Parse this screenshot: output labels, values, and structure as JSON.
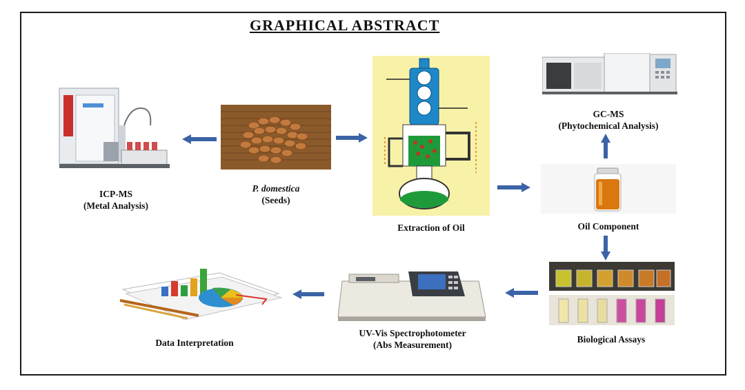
{
  "title": "GRAPHICAL ABSTRACT",
  "nodes": {
    "icpms": {
      "line1": "ICP-MS",
      "line2": "(Metal Analysis)"
    },
    "seeds": {
      "line1": "P. domestica",
      "line2": "(Seeds)"
    },
    "extraction": {
      "line1": "Extraction of Oil"
    },
    "gcms": {
      "line1": "GC-MS",
      "line2": "(Phytochemical Analysis)"
    },
    "oil": {
      "line1": "Oil Component"
    },
    "assays": {
      "line1": "Biological Assays"
    },
    "uvvis": {
      "line1": "UV-Vis Spectrophotometer",
      "line2": "(Abs Measurement)"
    },
    "data": {
      "line1": "Data Interpretation"
    }
  },
  "colors": {
    "arrow": "#3b63a6",
    "frame": "#1a1a1a",
    "seed": "#b56a35",
    "mat": "#8b5a2b",
    "soxhlet_bg": "#f8f2a8"
  }
}
